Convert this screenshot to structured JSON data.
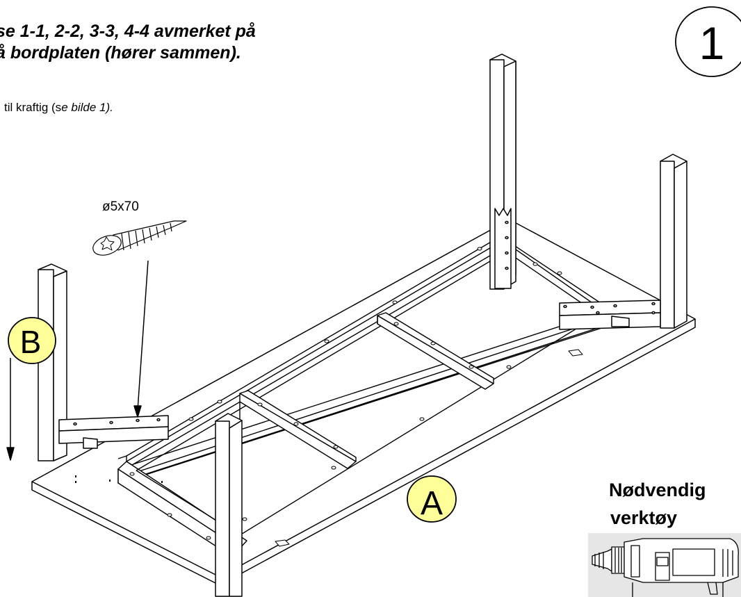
{
  "instruction": {
    "line1": "se 1-1, 2-2, 3-3, 4-4  avmerket på",
    "line2": "å bordplaten (hører sammen).",
    "note_prefix": "til kraftig (s",
    "note_italic": "e bilde 1)."
  },
  "step_number": "1",
  "screw_label": "ø5x70",
  "part_labels": {
    "a": "A",
    "b": "B"
  },
  "tools": {
    "line1": "Nødvendig",
    "line2": "verktøy",
    "tool_icon": "drill-icon"
  },
  "colors": {
    "callout_fill": "#ffff99",
    "stroke": "#000000",
    "background": "#ffffff"
  }
}
